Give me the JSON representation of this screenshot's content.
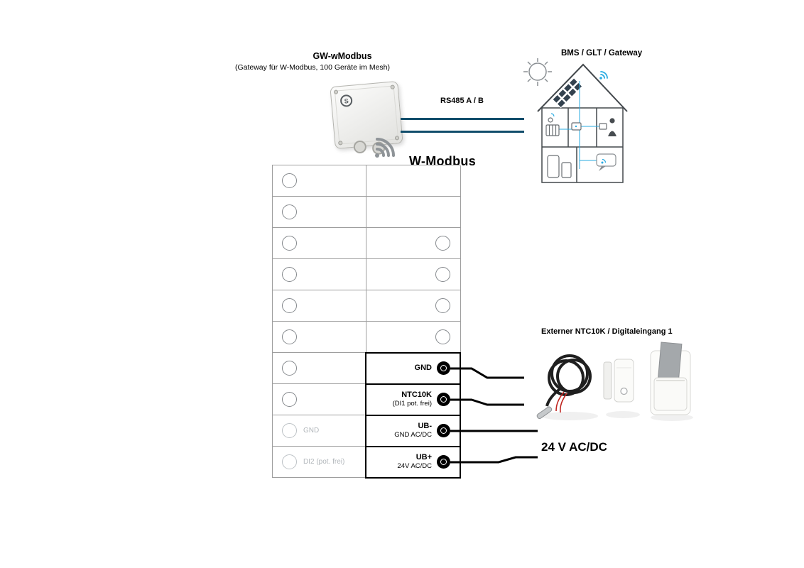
{
  "colors": {
    "accent_blue": "#29abe2",
    "bus_line": "#114d6b",
    "grid_gray": "#9e9e9e",
    "muted_gray": "#b2b7bb"
  },
  "gateway": {
    "title": "GW-wModbus",
    "subtitle": "(Gateway für W-Modbus, 100 Geräte im Mesh)",
    "logo_letter": "S"
  },
  "bus": {
    "label": "RS485 A / B"
  },
  "bms": {
    "label": "BMS / GLT / Gateway"
  },
  "wireless": {
    "label": "W-Modbus"
  },
  "terminal_block": {
    "rows": [
      {
        "left": {
          "label": ""
        },
        "right": {
          "type": "wifi",
          "label": "",
          "sub": ""
        }
      },
      {
        "left": {
          "label": ""
        },
        "right": {
          "type": "empty",
          "label": "",
          "sub": ""
        }
      },
      {
        "left": {
          "label": ""
        },
        "right": {
          "type": "circle",
          "label": "",
          "sub": ""
        }
      },
      {
        "left": {
          "label": ""
        },
        "right": {
          "type": "circle",
          "label": "",
          "sub": ""
        }
      },
      {
        "left": {
          "label": ""
        },
        "right": {
          "type": "circle",
          "label": "",
          "sub": ""
        }
      },
      {
        "left": {
          "label": ""
        },
        "right": {
          "type": "circle",
          "label": "",
          "sub": ""
        }
      },
      {
        "left": {
          "label": ""
        },
        "right": {
          "type": "terminal",
          "label": "GND",
          "sub": ""
        }
      },
      {
        "left": {
          "label": ""
        },
        "right": {
          "type": "terminal",
          "label": "NTC10K",
          "sub": "(DI1 pot. frei)"
        }
      },
      {
        "left": {
          "label": "GND",
          "muted": true
        },
        "right": {
          "type": "terminal",
          "label": "UB-",
          "sub": "GND AC/DC"
        }
      },
      {
        "left": {
          "label": "DI2 (pot. frei)",
          "muted": true
        },
        "right": {
          "type": "terminal",
          "label": "UB+",
          "sub": "24V AC/DC"
        }
      }
    ]
  },
  "external_input": {
    "label": "Externer NTC10K / Digitaleingang 1"
  },
  "power": {
    "label": "24 V AC/DC"
  }
}
